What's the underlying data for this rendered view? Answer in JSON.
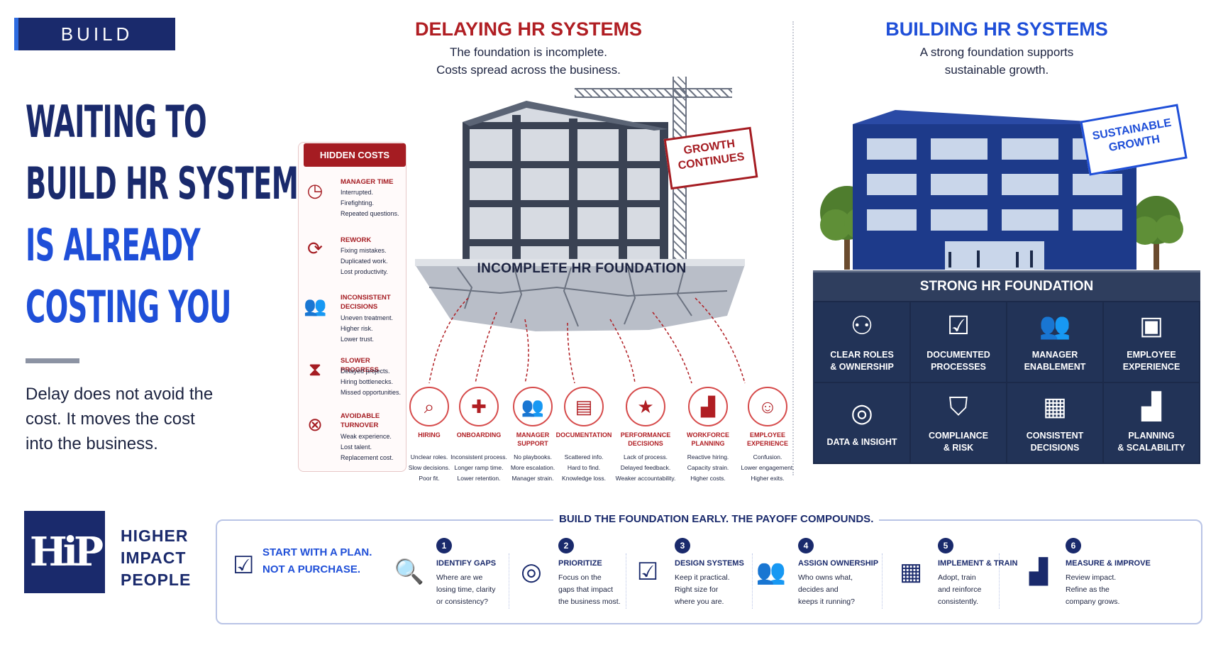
{
  "tag": "BUILD",
  "headline": {
    "line1": "WAITING TO",
    "line2": "BUILD HR SYSTEMS",
    "line3": "IS ALREADY",
    "line4": "COSTING YOU"
  },
  "left_paragraph": "Delay does not avoid the cost. It moves the cost into the business.",
  "delaying": {
    "title": "DELAYING HR SYSTEMS",
    "sub1": "The foundation is incomplete.",
    "sub2": "Costs spread across the business.",
    "sign": "GROWTH CONTINUES",
    "foundation_label": "INCOMPLETE HR FOUNDATION"
  },
  "hidden_costs": {
    "title": "HIDDEN COSTS",
    "items": [
      {
        "title": "MANAGER TIME",
        "lines": [
          "Interrupted.",
          "Firefighting.",
          "Repeated questions."
        ],
        "icon": "clock-icon"
      },
      {
        "title": "REWORK",
        "lines": [
          "Fixing mistakes.",
          "Duplicated work.",
          "Lost productivity."
        ],
        "icon": "refresh-icon"
      },
      {
        "title": "INCONSISTENT DECISIONS",
        "lines": [
          "Uneven treatment.",
          "Higher risk.",
          "Lower trust."
        ],
        "icon": "people-icon"
      },
      {
        "title": "SLOWER PROGRESS",
        "lines": [
          "Delayed projects.",
          "Hiring bottlenecks.",
          "Missed opportunities."
        ],
        "icon": "hourglass-icon"
      },
      {
        "title": "AVOIDABLE TURNOVER",
        "lines": [
          "Weak experience.",
          "Lost talent.",
          "Replacement cost."
        ],
        "icon": "person-x-icon"
      }
    ]
  },
  "cost_areas": [
    {
      "title": "HIRING",
      "lines": [
        "Unclear roles.",
        "Slow decisions.",
        "Poor fit."
      ],
      "icon": "search-person-icon"
    },
    {
      "title": "ONBOARDING",
      "lines": [
        "Inconsistent process.",
        "Longer ramp time.",
        "Lower retention."
      ],
      "icon": "person-add-icon"
    },
    {
      "title": "MANAGER SUPPORT",
      "lines": [
        "No playbooks.",
        "More escalation.",
        "Manager strain."
      ],
      "icon": "team-icon"
    },
    {
      "title": "DOCUMENTATION",
      "lines": [
        "Scattered info.",
        "Hard to find.",
        "Knowledge loss."
      ],
      "icon": "document-icon"
    },
    {
      "title": "PERFORMANCE DECISIONS",
      "lines": [
        "Lack of process.",
        "Delayed feedback.",
        "Weaker accountability."
      ],
      "icon": "star-icon"
    },
    {
      "title": "WORKFORCE PLANNING",
      "lines": [
        "Reactive hiring.",
        "Capacity strain.",
        "Higher costs."
      ],
      "icon": "growth-chart-icon"
    },
    {
      "title": "EMPLOYEE EXPERIENCE",
      "lines": [
        "Confusion.",
        "Lower engagement.",
        "Higher exits."
      ],
      "icon": "person-icon"
    }
  ],
  "building": {
    "title": "BUILDING HR SYSTEMS",
    "sub1": "A strong foundation supports",
    "sub2": "sustainable growth.",
    "sign": "SUSTAINABLE GROWTH",
    "foundation_label": "STRONG HR FOUNDATION",
    "cells": [
      {
        "label1": "CLEAR ROLES",
        "label2": "& OWNERSHIP",
        "icon": "org-chart-icon",
        "glyph": "⚇"
      },
      {
        "label1": "DOCUMENTED",
        "label2": "PROCESSES",
        "icon": "checklist-icon",
        "glyph": "☑"
      },
      {
        "label1": "MANAGER",
        "label2": "ENABLEMENT",
        "icon": "team-icon",
        "glyph": "👥"
      },
      {
        "label1": "EMPLOYEE",
        "label2": "EXPERIENCE",
        "icon": "id-card-icon",
        "glyph": "▣"
      },
      {
        "label1": "DATA & INSIGHT",
        "label2": "",
        "icon": "target-icon",
        "glyph": "◎"
      },
      {
        "label1": "COMPLIANCE",
        "label2": "& RISK",
        "icon": "shield-check-icon",
        "glyph": "⛉"
      },
      {
        "label1": "CONSISTENT",
        "label2": "DECISIONS",
        "icon": "calendar-icon",
        "glyph": "▦"
      },
      {
        "label1": "PLANNING",
        "label2": "& SCALABILITY",
        "icon": "bar-chart-icon",
        "glyph": "▟"
      }
    ]
  },
  "logo": {
    "mark": "HiP",
    "line1": "HIGHER",
    "line2": "IMPACT",
    "line3": "PEOPLE"
  },
  "steps_section": {
    "title": "BUILD THE FOUNDATION EARLY. THE PAYOFF COMPOUNDS.",
    "plan1": "START WITH A PLAN.",
    "plan2": "NOT A PURCHASE.",
    "steps": [
      {
        "num": "1",
        "title": "IDENTIFY GAPS",
        "lines": [
          "Where are we",
          "losing time, clarity",
          "or consistency?"
        ],
        "icon": "magnifier-icon",
        "glyph": "🔍"
      },
      {
        "num": "2",
        "title": "PRIORITIZE",
        "lines": [
          "Focus on the",
          "gaps that impact",
          "the business most."
        ],
        "icon": "target-icon",
        "glyph": "◎"
      },
      {
        "num": "3",
        "title": "DESIGN SYSTEMS",
        "lines": [
          "Keep it practical.",
          "Right size for",
          "where you are."
        ],
        "icon": "checklist-icon",
        "glyph": "☑"
      },
      {
        "num": "4",
        "title": "ASSIGN OWNERSHIP",
        "lines": [
          "Who owns what,",
          "decides and",
          "keeps it running?"
        ],
        "icon": "team-icon",
        "glyph": "👥"
      },
      {
        "num": "5",
        "title": "IMPLEMENT & TRAIN",
        "lines": [
          "Adopt, train",
          "and reinforce",
          "consistently."
        ],
        "icon": "calendar-icon",
        "glyph": "▦"
      },
      {
        "num": "6",
        "title": "MEASURE & IMPROVE",
        "lines": [
          "Review impact.",
          "Refine as the",
          "company grows."
        ],
        "icon": "bar-chart-icon",
        "glyph": "▟"
      }
    ]
  },
  "colors": {
    "navy": "#1a2a6c",
    "blue": "#1f4fd8",
    "red": "#b01e23"
  }
}
